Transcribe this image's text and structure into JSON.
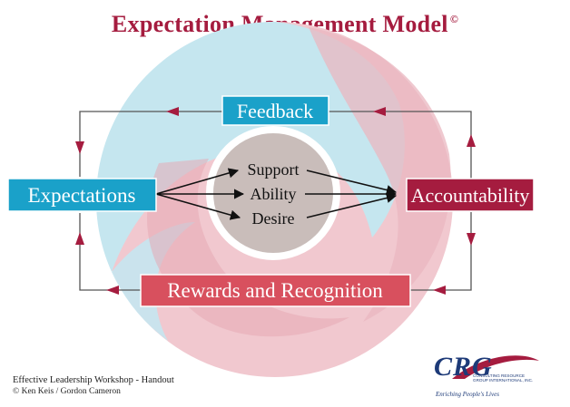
{
  "title": "Expectation Management Model",
  "title_mark": "©",
  "nodes": {
    "feedback": "Feedback",
    "expectations": "Expectations",
    "accountability": "Accountability",
    "rewards": "Rewards and Recognition"
  },
  "center": {
    "items": [
      "Support",
      "Ability",
      "Desire"
    ]
  },
  "footer": {
    "line1": "Effective Leadership Workshop - Handout",
    "line2": "© Ken Keis / Gordon Cameron"
  },
  "logo": {
    "name": "CRG",
    "subtitle": "Consulting Resource Group International, Inc.",
    "tagline": "Enriching People's Lives"
  },
  "colors": {
    "title": "#a51c3f",
    "blue": "#1aa1c9",
    "crimson": "#a51c3f",
    "rose": "#d8505e",
    "light_blue": "#c5e6ef",
    "light_pink": "#f1c8cf",
    "center": "#c9bdba"
  }
}
